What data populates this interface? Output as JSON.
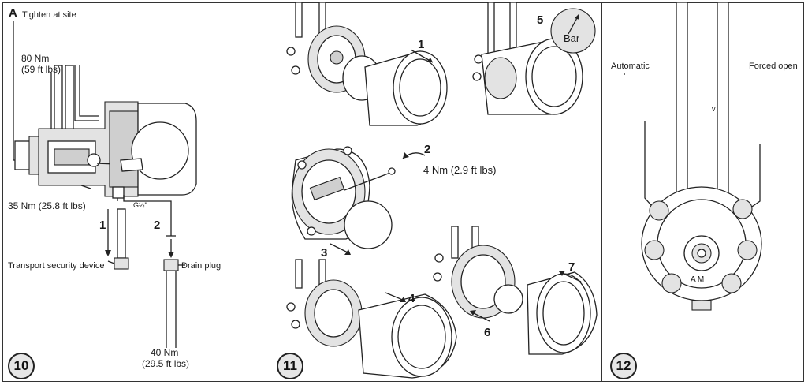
{
  "panel10": {
    "badge": "10",
    "letter": "A",
    "tighten_label": "Tighten at site",
    "torque_top": "80 Nm",
    "torque_top_imperial": "(59 ft lbs)",
    "torque_left": "35 Nm (25.8 ft lbs)",
    "thread_label": "G¼\"",
    "step1": "1",
    "step2": "2",
    "transport_label": "Transport security device",
    "drain_label": "Drain plug",
    "torque_bottom": "40 Nm",
    "torque_bottom_imperial": "(29.5 ft lbs)"
  },
  "panel11": {
    "badge": "11",
    "steps": [
      "1",
      "2",
      "3",
      "4",
      "5",
      "6",
      "7"
    ],
    "gauge_label": "Bar",
    "torque_label": "4 Nm (2.9 ft lbs)"
  },
  "panel12": {
    "badge": "12",
    "automatic_label": "Automatic",
    "forced_open_label": "Forced open",
    "v_mark": "v",
    "dial_label": "A  M"
  }
}
